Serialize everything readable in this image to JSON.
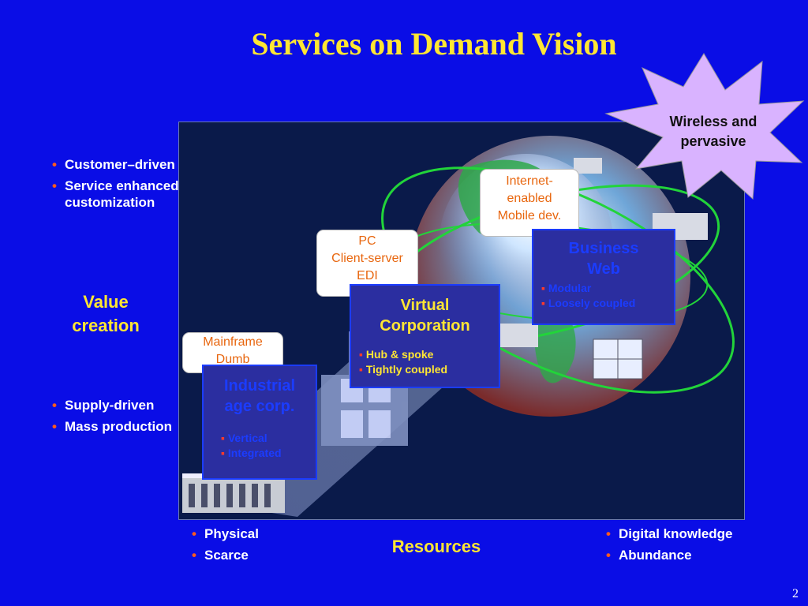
{
  "title": "Services on Demand Vision",
  "left_top_bullets": [
    "Customer–driven",
    "Service enhanced customization"
  ],
  "value_label": [
    "Value",
    "creation"
  ],
  "left_bottom_bullets": [
    "Supply-driven",
    "Mass production"
  ],
  "resources_label": "Resources",
  "bottom_left_bullets": [
    "Physical",
    "Scarce"
  ],
  "bottom_right_bullets": [
    "Digital knowledge",
    "Abundance"
  ],
  "star_text": [
    "Wireless and",
    "pervasive"
  ],
  "callouts": {
    "mainframe": [
      "Mainframe",
      "Dumb"
    ],
    "pc": [
      "PC",
      "Client-server",
      "EDI"
    ],
    "internet": [
      "Internet-",
      "enabled",
      "Mobile dev."
    ]
  },
  "orgs": {
    "industrial": {
      "title": [
        "Industrial",
        "age corp."
      ],
      "items": [
        "Vertical",
        "Integrated"
      ]
    },
    "virtual": {
      "title": [
        "Virtual",
        "Corporation"
      ],
      "items": [
        "Hub & spoke",
        "Tightly coupled"
      ]
    },
    "business_web": {
      "title": [
        "Business",
        "Web"
      ],
      "items": [
        "Modular",
        "Loosely coupled"
      ]
    }
  },
  "page_number": "2",
  "colors": {
    "background": "#0a0de6",
    "title": "#ffe633",
    "callout_text": "#e8660e",
    "star": "#d9b3ff"
  }
}
